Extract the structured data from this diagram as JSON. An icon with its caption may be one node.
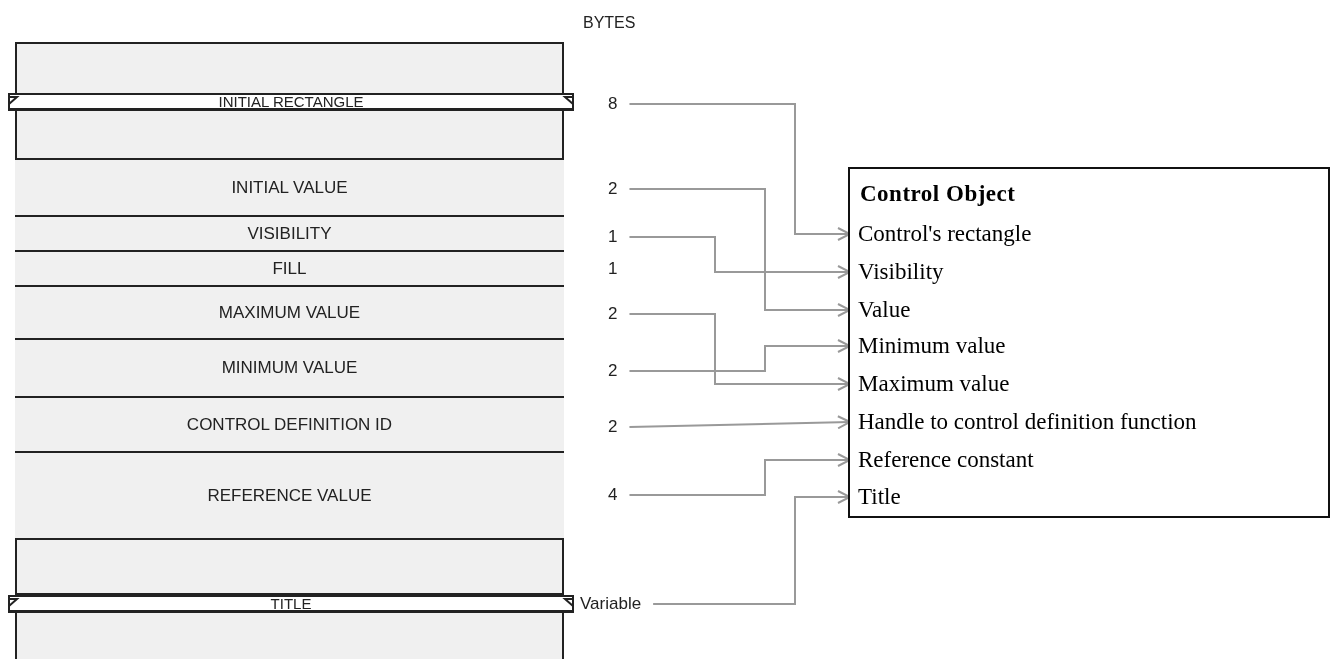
{
  "diagram": {
    "nodes": [
      {
        "text": [
          "INITIAL RECTANGLE"
        ]
      },
      {
        "text": [
          "INITIAL VALUE"
        ]
      },
      {
        "text": [
          "VISIBILITY"
        ]
      },
      {
        "text": [
          "FILL"
        ]
      },
      {
        "text": [
          "MAXIMUM VALUE"
        ]
      },
      {
        "text": [
          "MINIMUM VALUE"
        ]
      },
      {
        "text": [
          "CONTROL DEFINITION ID"
        ]
      },
      {
        "text": [
          "REFERENCE VALUE"
        ]
      },
      {
        "text": [
          "TITLE"
        ]
      },
      {
        "text": [
          "8"
        ]
      },
      {
        "text": [
          "2"
        ]
      },
      {
        "text": [
          "1"
        ]
      },
      {
        "text": [
          "1"
        ]
      },
      {
        "text": [
          "2"
        ]
      },
      {
        "text": [
          "2"
        ]
      },
      {
        "text": [
          "2"
        ]
      },
      {
        "text": [
          "4"
        ]
      },
      {
        "text": [
          "Variable"
        ]
      },
      {
        "text": [
          "Control Object"
        ]
      },
      {
        "text": [
          "Control's rectangle"
        ],
        "in": 18
      },
      {
        "text": [
          "Visibility"
        ],
        "in": 18
      },
      {
        "text": [
          "Value"
        ],
        "in": 18
      },
      {
        "text": [
          "Minimum value"
        ],
        "in": 18
      },
      {
        "text": [
          "Maximum value"
        ],
        "in": 18
      },
      {
        "text": [
          "Handle to control definition function"
        ],
        "in": 18
      },
      {
        "text": [
          "Reference constant"
        ],
        "in": 18
      },
      {
        "text": [
          "Title"
        ],
        "in": 18
      }
    ],
    "edges": [
      {
        "from": 9,
        "to": 19,
        "arrow": "to"
      },
      {
        "from": 10,
        "to": 21,
        "arrow": "to"
      },
      {
        "from": 11,
        "to": 20,
        "arrow": "to"
      },
      {
        "from": 13,
        "to": 23,
        "arrow": "to"
      },
      {
        "from": 14,
        "to": 22,
        "arrow": "to"
      },
      {
        "from": 15,
        "to": 24,
        "arrow": "to"
      },
      {
        "from": 16,
        "to": 25,
        "arrow": "to"
      },
      {
        "from": 17,
        "to": 26,
        "arrow": "to"
      }
    ],
    "labels": [
      "BYTES"
    ]
  }
}
